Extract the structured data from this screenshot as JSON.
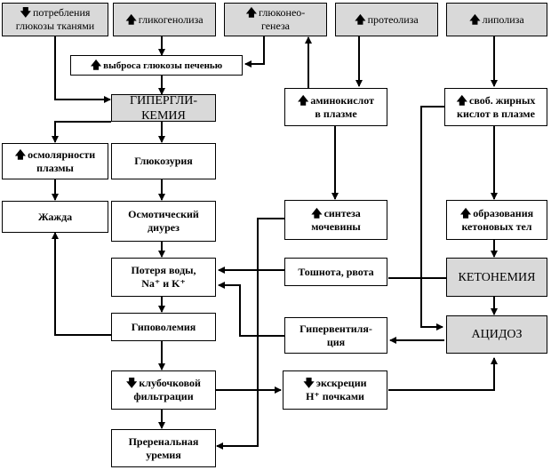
{
  "colors": {
    "box_fill": "#ffffff",
    "highlight_fill": "#d9d9d9",
    "line": "#000000"
  },
  "boxes": {
    "glucose_consumption": {
      "arrow": "down",
      "text": "потребления\nглюкозы тканями"
    },
    "glycogenolysis": {
      "arrow": "up",
      "text": "гликогенолиза"
    },
    "gluconeogenesis": {
      "arrow": "up",
      "text": "глюконео-\nгенеза"
    },
    "proteolysis": {
      "arrow": "up",
      "text": "протеолиза"
    },
    "lipolysis": {
      "arrow": "up",
      "text": "липолиза"
    },
    "liver_glucose": {
      "arrow": "up",
      "text": "выброса глюкозы печенью"
    },
    "hyperglycemia": {
      "arrow": "",
      "text": "ГИПЕРГЛИ-\nКЕМИЯ"
    },
    "amino_acids": {
      "arrow": "up",
      "text": "аминокислот\nв плазме"
    },
    "fatty_acids": {
      "arrow": "up",
      "text": "своб. жирных\nкислот в плазме"
    },
    "osmolarity": {
      "arrow": "up",
      "text": "осмолярности\nплазмы"
    },
    "glucosuria": {
      "arrow": "",
      "text": "Глюкозурия"
    },
    "thirst": {
      "arrow": "",
      "text": "Жажда"
    },
    "osmotic_diuresis": {
      "arrow": "",
      "text": "Осмотический\nдиурез"
    },
    "urea_synthesis": {
      "arrow": "up",
      "text": "синтеза\nмочевины"
    },
    "ketone_formation": {
      "arrow": "up",
      "text": "образования\nкетоновых тел"
    },
    "water_loss": {
      "arrow": "",
      "text": "Потеря воды,\nNa⁺ и K⁺"
    },
    "nausea": {
      "arrow": "",
      "text": "Тошнота, рвота"
    },
    "ketonemia": {
      "arrow": "",
      "text": "КЕТОНЕМИЯ"
    },
    "hypovolemia": {
      "arrow": "",
      "text": "Гиповолемия"
    },
    "hyperventilation": {
      "arrow": "",
      "text": "Гипервентиля-\nция"
    },
    "acidosis": {
      "arrow": "",
      "text": "АЦИДОЗ"
    },
    "glomerular_filtration": {
      "arrow": "down",
      "text": "клубочковой\nфильтрации"
    },
    "h_excretion": {
      "arrow": "down",
      "text": "экскреции\nH⁺ почками"
    },
    "prerenal_uremia": {
      "arrow": "",
      "text": "Преренальная\nуремия"
    }
  }
}
